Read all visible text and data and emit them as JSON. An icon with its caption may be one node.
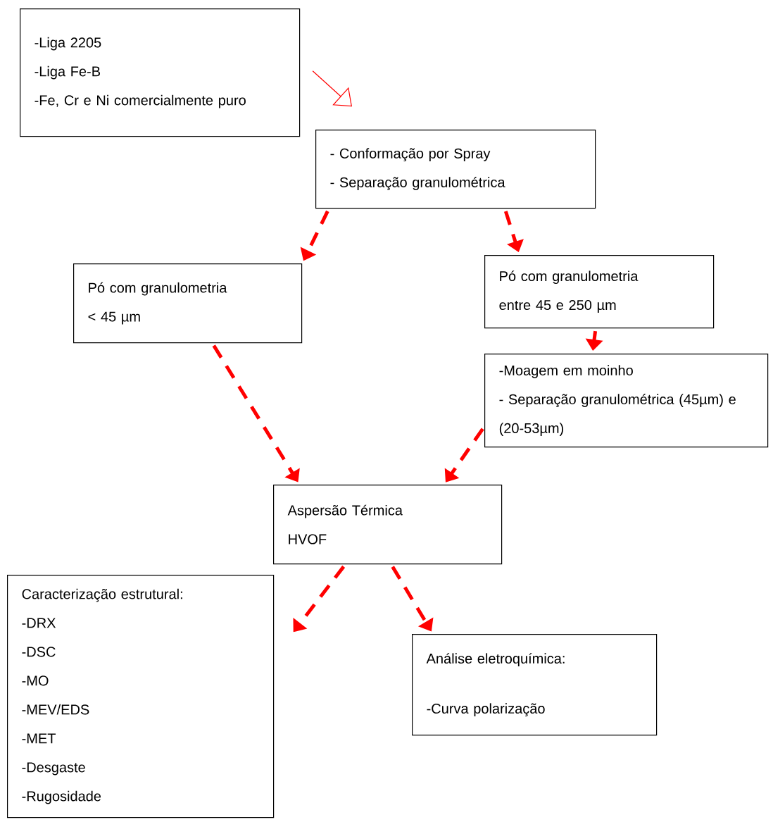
{
  "diagram": {
    "nodes": [
      {
        "text": [
          "-Liga 2205",
          "-Liga Fe-B",
          "-Fe, Cr e Ni comercialmente puro"
        ]
      },
      {
        "text": [
          "- Conformação por Spray",
          "- Separação granulométrica"
        ]
      },
      {
        "text": [
          "Pó com granulometria",
          "< 45 µm"
        ]
      },
      {
        "text": [
          "Pó com granulometria",
          "entre 45 e 250 µm"
        ]
      },
      {
        "text": [
          "-Moagem em moinho",
          "- Separação granulométrica (45µm) e (20-53µm)"
        ]
      },
      {
        "text": [
          "Aspersão Térmica",
          "HVOF"
        ]
      },
      {
        "text": [
          "Caracterização estrutural:",
          "-DRX",
          "-DSC",
          "-MO",
          "-MEV/EDS",
          "-MET",
          "-Desgaste",
          "-Rugosidade"
        ]
      },
      {
        "text": [
          "Análise eletroquímica:",
          "-Curva polarização"
        ]
      }
    ],
    "edges": [
      {
        "from": 0,
        "to": 1,
        "arrow": "to"
      },
      {
        "from": 1,
        "to": 2,
        "arrow": "to",
        "style": "dashed"
      },
      {
        "from": 1,
        "to": 3,
        "arrow": "to",
        "style": "dashed"
      },
      {
        "from": 3,
        "to": 4,
        "arrow": "to",
        "style": "dashed"
      },
      {
        "from": 2,
        "to": 5,
        "arrow": "to",
        "style": "dashed"
      },
      {
        "from": 4,
        "to": 5,
        "arrow": "to",
        "style": "dashed"
      },
      {
        "from": 5,
        "to": 6,
        "arrow": "to",
        "style": "dashed"
      },
      {
        "from": 5,
        "to": 7,
        "arrow": "to",
        "style": "dashed"
      }
    ]
  }
}
